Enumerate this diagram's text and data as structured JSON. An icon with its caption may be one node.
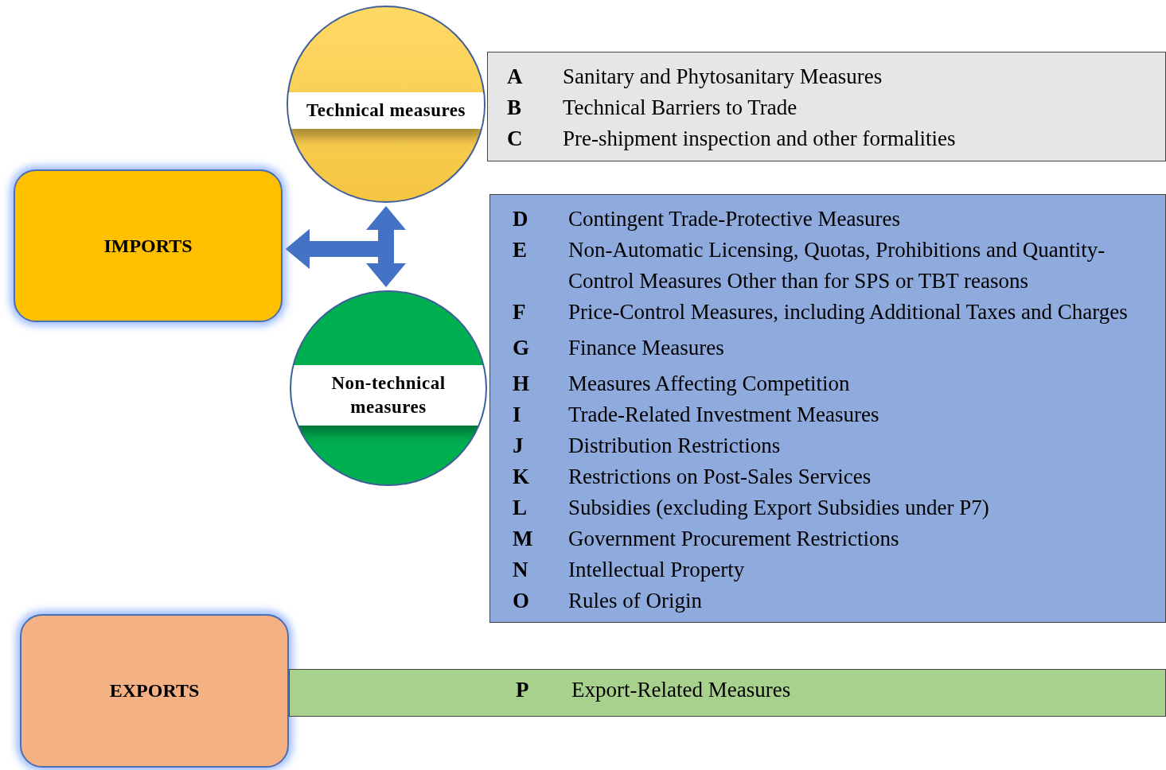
{
  "diagram": {
    "nodes": [
      {
        "text": [
          "IMPORTS"
        ]
      },
      {
        "text": [
          "Technical measures"
        ]
      },
      {
        "text": [
          "Non-technical measures"
        ]
      },
      {
        "text": [
          "A",
          "Sanitary and Phytosanitary Measures",
          "B",
          "Technical Barriers to Trade",
          "C",
          "Pre-shipment inspection and other formalities"
        ]
      },
      {
        "text": [
          "D",
          "Contingent Trade-Protective Measures",
          "E",
          "Non-Automatic Licensing, Quotas, Prohibitions and Quantity-Control Measures Other than for SPS or TBT reasons",
          "F",
          "Price-Control Measures, including Additional Taxes and Charges",
          "G",
          "Finance Measures",
          "H",
          "Measures Affecting Competition",
          "I",
          "Trade-Related Investment Measures",
          "J",
          "Distribution Restrictions",
          "K",
          "Restrictions on Post-Sales Services",
          "L",
          "Subsidies (excluding Export Subsidies under P7)",
          "M",
          "Government Procurement Restrictions",
          "N",
          "Intellectual Property",
          "O",
          "Rules of Origin"
        ]
      },
      {
        "text": [
          "EXPORTS"
        ]
      },
      {
        "text": [
          "P",
          "Export-Related Measures"
        ]
      }
    ],
    "edges": [
      {
        "from": 1,
        "to": 0,
        "arrow": "both"
      },
      {
        "from": 2,
        "to": 0,
        "arrow": "both"
      }
    ]
  }
}
